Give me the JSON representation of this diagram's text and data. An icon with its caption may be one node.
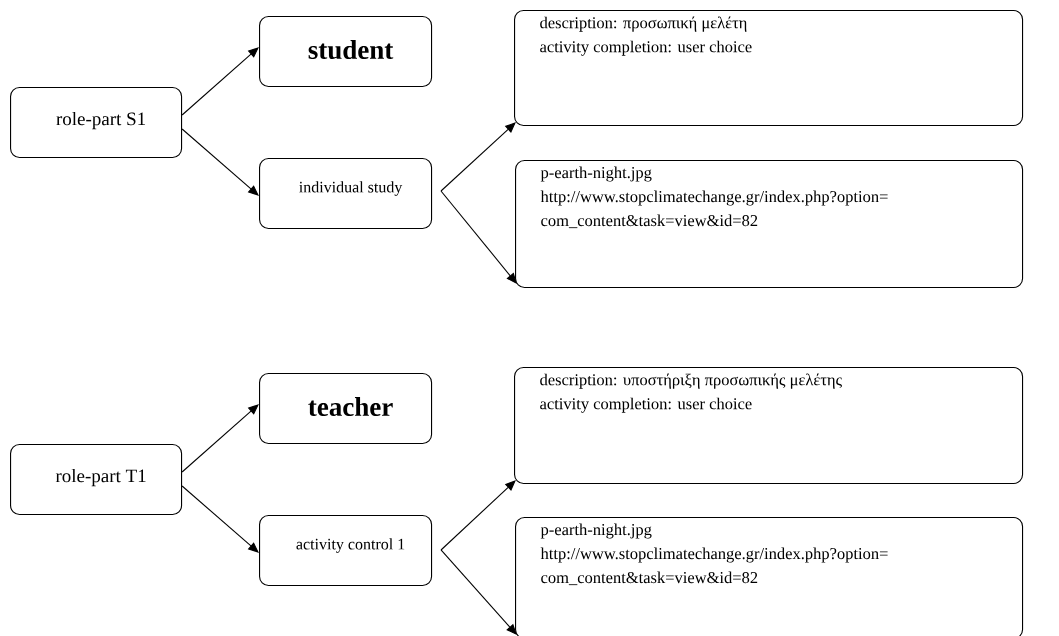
{
  "diagram": {
    "nodes": [
      {
        "text": [
          "role-part S1"
        ]
      },
      {
        "text": [
          "student"
        ]
      },
      {
        "text": [
          "individual study"
        ]
      },
      {
        "text": [
          "description: προσωπική μελέτη",
          "activity completion: user choice"
        ]
      },
      {
        "text": [
          "p-earth-night.jpg",
          "http://www.stopclimatechange.gr/index.php?option= com_content&task=view&id=82"
        ]
      },
      {
        "text": [
          "role-part T1"
        ]
      },
      {
        "text": [
          "teacher"
        ]
      },
      {
        "text": [
          "activity control 1"
        ]
      },
      {
        "text": [
          "description: υποστήριξη προσωπικής μελέτης",
          "activity completion: user choice"
        ]
      },
      {
        "text": [
          "p-earth-night.jpg",
          "http://www.stopclimatechange.gr/index.php?option= com_content&task=view&id=82"
        ]
      }
    ],
    "edges": [
      {
        "from": 0,
        "to": 1,
        "arrow": "to"
      },
      {
        "from": 0,
        "to": 2,
        "arrow": "to"
      },
      {
        "from": 2,
        "to": 3,
        "arrow": "to"
      },
      {
        "from": 2,
        "to": 4,
        "arrow": "to"
      },
      {
        "from": 5,
        "to": 6,
        "arrow": "to"
      },
      {
        "from": 5,
        "to": 7,
        "arrow": "to"
      },
      {
        "from": 7,
        "to": 8,
        "arrow": "to"
      },
      {
        "from": 7,
        "to": 9,
        "arrow": "to"
      }
    ]
  }
}
